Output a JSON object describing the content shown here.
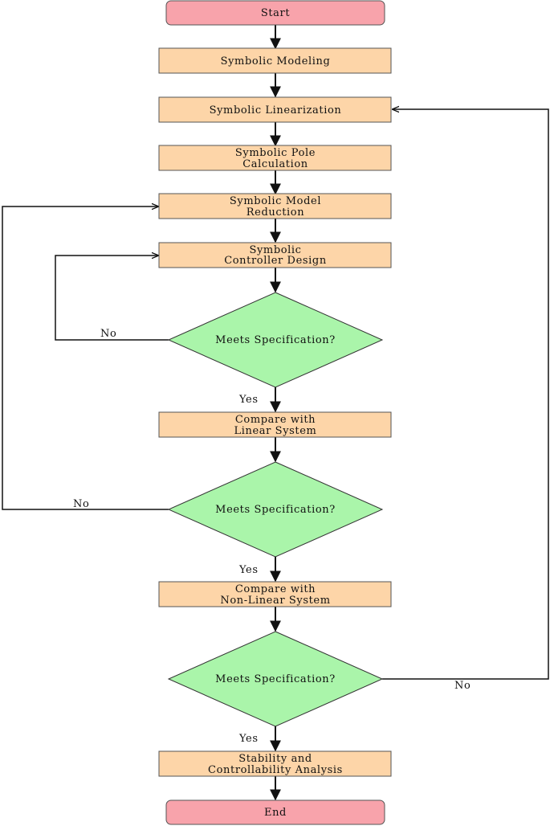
{
  "nodes": {
    "start": "Start",
    "modeling": "Symbolic Modeling",
    "linearization": "Symbolic Linearization",
    "pole_1": "Symbolic Pole",
    "pole_2": "Calculation",
    "reduction_1": "Symbolic Model",
    "reduction_2": "Reduction",
    "controller_1": "Symbolic",
    "controller_2": "Controller Design",
    "decision_1": "Meets Specification?",
    "compare_lin_1": "Compare with",
    "compare_lin_2": "Linear System",
    "decision_2": "Meets Specification?",
    "compare_nonlin_1": "Compare with",
    "compare_nonlin_2": "Non-Linear System",
    "decision_3": "Meets Specification?",
    "stability_1": "Stability and",
    "stability_2": "Controllability Analysis",
    "end": "End"
  },
  "edges": {
    "d1_no": "No",
    "d1_yes": "Yes",
    "d2_no": "No",
    "d2_yes": "Yes",
    "d3_no": "No",
    "d3_yes": "Yes"
  },
  "colors": {
    "process_fill": "#fdd5a8",
    "terminal_fill": "#f8a3ab",
    "decision_fill": "#aaf5aa"
  }
}
